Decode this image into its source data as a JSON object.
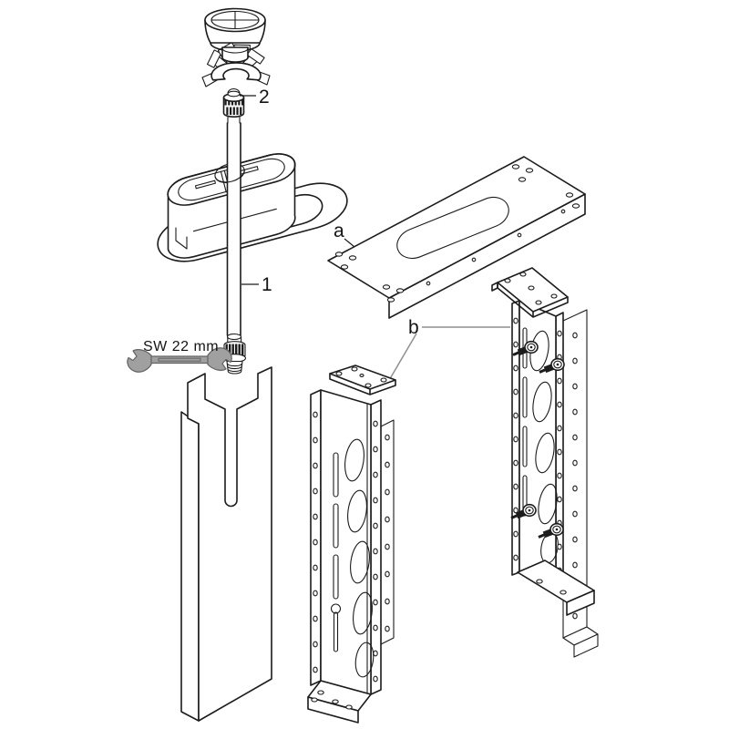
{
  "diagram": {
    "type": "exploded-assembly-technical-drawing",
    "callouts": {
      "hose": "1",
      "union_nut": "2",
      "mounting_plate": "a",
      "mounting_brackets": "b",
      "wrench_size": "SW 22 mm"
    },
    "colors": {
      "line": "#1c1c1c",
      "leader_gray": "#8f8f8f",
      "tool_gray": "#a0a0a0",
      "background": "#ffffff"
    }
  }
}
